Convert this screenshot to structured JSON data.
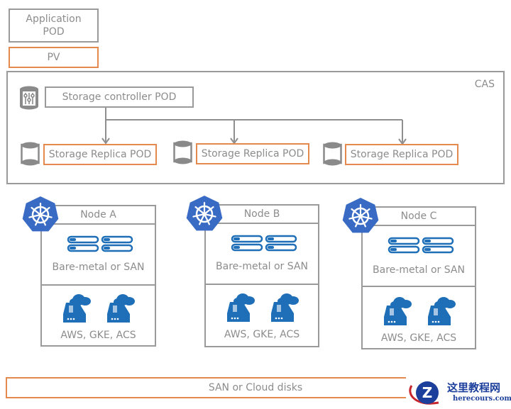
{
  "legend": {
    "application_pod": "Application POD",
    "pv": "PV"
  },
  "cas": {
    "label": "CAS",
    "controller": "Storage controller POD",
    "replicas": [
      "Storage Replica POD",
      "Storage Replica POD",
      "Storage Replica POD"
    ]
  },
  "nodes": [
    {
      "name": "Node A",
      "bare_metal": "Bare-metal or SAN",
      "cloud": "AWS, GKE, ACS"
    },
    {
      "name": "Node B",
      "bare_metal": "Bare-metal or SAN",
      "cloud": "AWS, GKE, ACS"
    },
    {
      "name": "Node C",
      "bare_metal": "Bare-metal or SAN",
      "cloud": "AWS, GKE, ACS"
    }
  ],
  "disks": {
    "label": "SAN or Cloud disks"
  },
  "watermark": {
    "title": "这里教程网",
    "site": "herecours.com"
  },
  "colors": {
    "gray_border": "#9a9a9a",
    "orange_border": "#e58a4e",
    "k8s_blue": "#3a6bc4",
    "icon_blue": "#1f6fb8",
    "text_gray": "#8c8c8c"
  }
}
